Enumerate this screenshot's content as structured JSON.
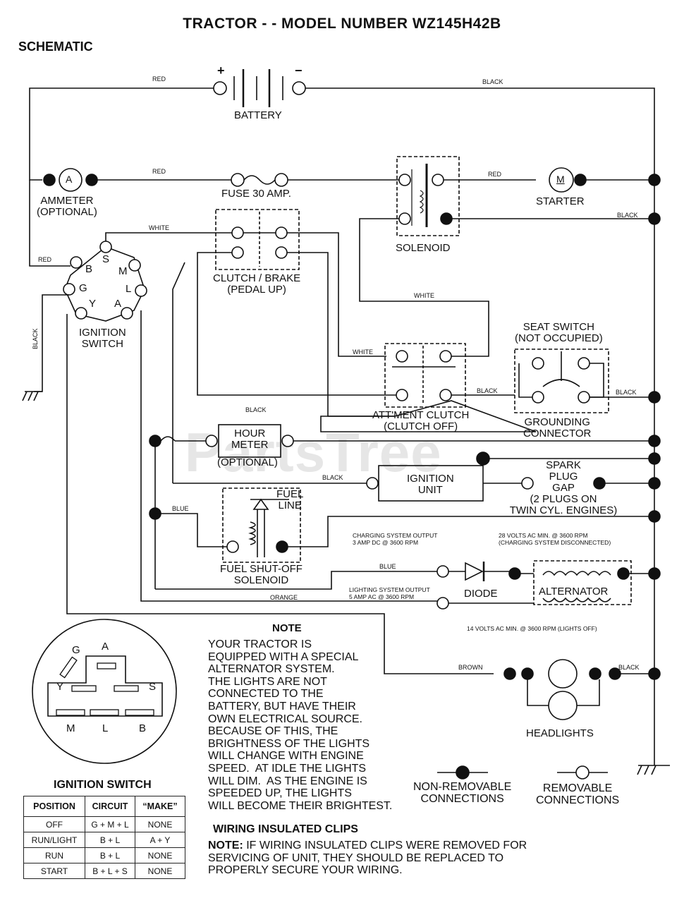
{
  "title": "TRACTOR - - MODEL NUMBER WZ145H42B",
  "section": "SCHEMATIC",
  "watermark": "PartsTree",
  "components": {
    "battery": "BATTERY",
    "battery_plus": "+",
    "battery_minus": "−",
    "ammeter": "AMMETER\n(OPTIONAL)",
    "ammeter_symbol": "A",
    "fuse": "FUSE 30 AMP.",
    "solenoid": "SOLENOID",
    "starter": "STARTER",
    "starter_symbol": "M",
    "clutch_brake": "CLUTCH / BRAKE\n(PEDAL UP)",
    "ignition_switch": "IGNITION\nSWITCH",
    "seat_switch": "SEAT SWITCH\n(NOT OCCUPIED)",
    "attment_clutch": "ATT'MENT CLUTCH\n(CLUTCH OFF)",
    "grounding_connector": "GROUNDING\nCONNECTOR",
    "hour_meter": "HOUR\nMETER",
    "hour_meter_optional": "(OPTIONAL)",
    "ignition_unit": "IGNITION\nUNIT",
    "spark_plug_gap": "SPARK\nPLUG\nGAP\n(2 PLUGS ON\nTWIN CYL. ENGINES)",
    "fuel_line": "FUEL\nLINE",
    "fuel_solenoid": "FUEL SHUT-OFF\nSOLENOID",
    "diode": "DIODE",
    "alternator": "ALTERNATOR",
    "headlights": "HEADLIGHTS"
  },
  "ignition_terminals": [
    "B",
    "S",
    "M",
    "G",
    "L",
    "Y",
    "A"
  ],
  "wire_labels": {
    "red_top": "RED",
    "black_top": "BLACK",
    "red_fuse": "RED",
    "red_starter": "RED",
    "black_solenoid": "BLACK",
    "white_switch": "WHITE",
    "red_ign": "RED",
    "black_ground": "BLACK",
    "white_solenoid": "WHITE",
    "white_clutch": "WHITE",
    "black_clutch": "BLACK",
    "black_seat": "BLACK",
    "black_hour": "BLACK",
    "black_ign_unit": "BLACK",
    "blue_fuel": "BLUE",
    "blue_diode": "BLUE",
    "orange": "ORANGE",
    "brown": "BROWN",
    "black_lights": "BLACK"
  },
  "annotations": {
    "charging_output": "CHARGING SYSTEM OUTPUT\n3 AMP DC @ 3600 RPM",
    "volts_28": "28 VOLTS AC MIN. @ 3600 RPM\n(CHARGING SYSTEM DISCONNECTED)",
    "lighting_output": "LIGHTING SYSTEM OUTPUT\n5 AMP AC @ 3600 RPM",
    "volts_14": "14 VOLTS AC MIN. @ 3600 RPM (LIGHTS OFF)"
  },
  "note": {
    "title": "NOTE",
    "body": "YOUR TRACTOR IS\nEQUIPPED WITH A SPECIAL\nALTERNATOR SYSTEM.\nTHE LIGHTS ARE NOT\nCONNECTED TO THE\nBATTERY, BUT HAVE THEIR\nOWN ELECTRICAL SOURCE.\nBECAUSE OF THIS, THE\nBRIGHTNESS OF THE LIGHTS\nWILL CHANGE WITH ENGINE\nSPEED.  AT IDLE THE LIGHTS\nWILL DIM.  AS THE ENGINE IS\nSPEEDED UP, THE LIGHTS\nWILL BECOME THEIR BRIGHTEST."
  },
  "legend": {
    "non_removable": "NON-REMOVABLE\nCONNECTIONS",
    "removable": "REMOVABLE\nCONNECTIONS"
  },
  "clips": {
    "title": "WIRING INSULATED CLIPS",
    "note_label": "NOTE:",
    "note_text": " IF WIRING INSULATED CLIPS WERE REMOVED FOR\nSERVICING OF UNIT, THEY SHOULD BE REPLACED TO\nPROPERLY SECURE YOUR WIRING."
  },
  "switch_face": {
    "letters": [
      "G",
      "A",
      "Y",
      "S",
      "M",
      "L",
      "B"
    ]
  },
  "ignition_table": {
    "title": "IGNITION SWITCH",
    "headers": [
      "POSITION",
      "CIRCUIT",
      "“MAKE”"
    ],
    "rows": [
      [
        "OFF",
        "G + M + L",
        "NONE"
      ],
      [
        "RUN/LIGHT",
        "B + L",
        "A + Y"
      ],
      [
        "RUN",
        "B + L",
        "NONE"
      ],
      [
        "START",
        "B + L + S",
        "NONE"
      ]
    ]
  }
}
